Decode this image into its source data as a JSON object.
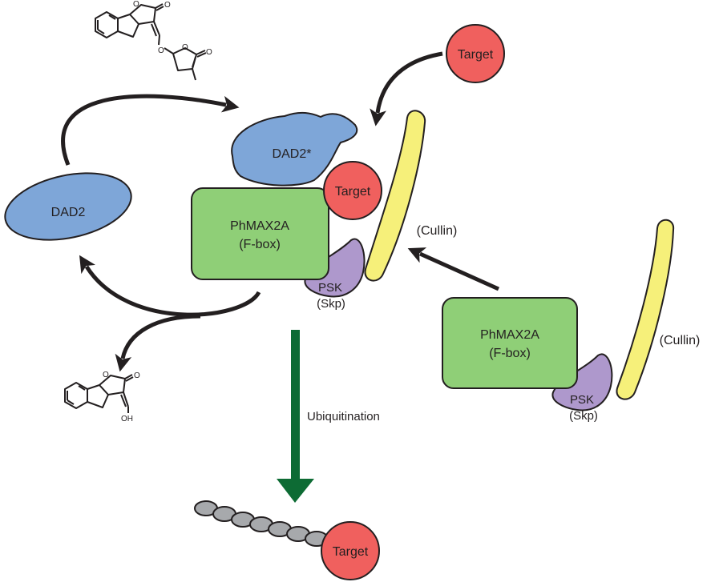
{
  "labels": {
    "dad2": "DAD2",
    "dad2_active": "DAD2*",
    "target": "Target",
    "phmax2a": "PhMAX2A",
    "fbox": "(F-box)",
    "psk": "PSK",
    "skp": "(Skp)",
    "cullin": "(Cullin)",
    "ubiquitination": "Ubiquitination"
  },
  "chem": {
    "o": "O",
    "oh": "OH"
  },
  "colors": {
    "dad2_fill": "#7ea6d8",
    "target_fill": "#f0605e",
    "phmax2a_fill": "#8fcf77",
    "psk_fill": "#ae98cc",
    "cullin_fill": "#f6f07a",
    "ubiquitin_fill": "#a7a9ac",
    "arrow_dark": "#231f20",
    "arrow_green": "#0d6b34"
  }
}
